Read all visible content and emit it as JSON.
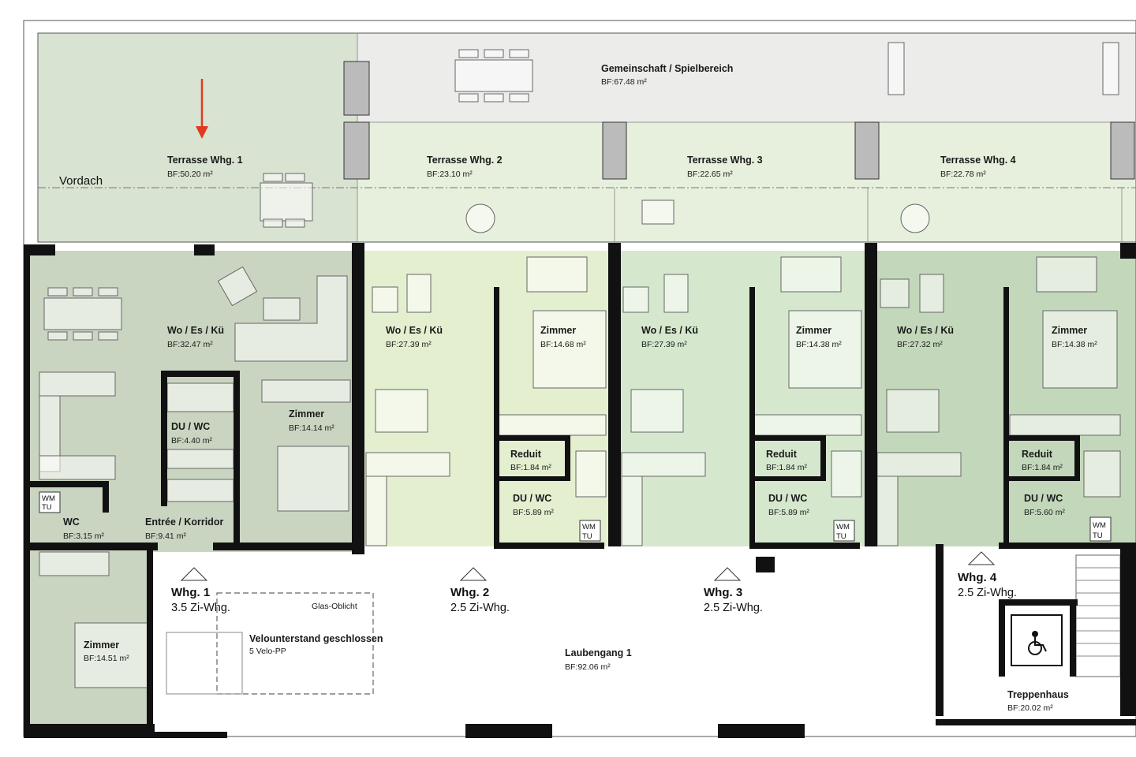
{
  "plan": {
    "common_area": {
      "label": "Gemeinschaft / Spielbereich",
      "area": "BF:67.48 m²"
    },
    "vordach": "Vordach",
    "terraces": [
      {
        "label": "Terrasse Whg. 1",
        "area": "BF:50.20 m²"
      },
      {
        "label": "Terrasse Whg. 2",
        "area": "BF:23.10 m²"
      },
      {
        "label": "Terrasse Whg. 3",
        "area": "BF:22.65 m²"
      },
      {
        "label": "Terrasse Whg. 4",
        "area": "BF:22.78 m²"
      }
    ],
    "rooms": {
      "w1_living": {
        "label": "Wo / Es / Kü",
        "area": "BF:32.47 m²"
      },
      "w1_bath": {
        "label": "DU / WC",
        "area": "BF:4.40 m²"
      },
      "w1_zimmer_a": {
        "label": "Zimmer",
        "area": "BF:14.14 m²"
      },
      "w1_wc": {
        "label": "WC",
        "area": "BF:3.15 m²"
      },
      "w1_entree": {
        "label": "Entrée / Korridor",
        "area": "BF:9.41 m²"
      },
      "w1_zimmer_b": {
        "label": "Zimmer",
        "area": "BF:14.51 m²"
      },
      "w2_living": {
        "label": "Wo / Es / Kü",
        "area": "BF:27.39 m²"
      },
      "w2_zimmer": {
        "label": "Zimmer",
        "area": "BF:14.68 m²"
      },
      "w2_reduit": {
        "label": "Reduit",
        "area": "BF:1.84 m²"
      },
      "w2_bath": {
        "label": "DU / WC",
        "area": "BF:5.89 m²"
      },
      "w3_living": {
        "label": "Wo / Es / Kü",
        "area": "BF:27.39 m²"
      },
      "w3_zimmer": {
        "label": "Zimmer",
        "area": "BF:14.38 m²"
      },
      "w3_reduit": {
        "label": "Reduit",
        "area": "BF:1.84 m²"
      },
      "w3_bath": {
        "label": "DU / WC",
        "area": "BF:5.89 m²"
      },
      "w4_living": {
        "label": "Wo / Es / Kü",
        "area": "BF:27.32 m²"
      },
      "w4_zimmer": {
        "label": "Zimmer",
        "area": "BF:14.38 m²"
      },
      "w4_reduit": {
        "label": "Reduit",
        "area": "BF:1.84 m²"
      },
      "w4_bath": {
        "label": "DU / WC",
        "area": "BF:5.60 m²"
      },
      "laubengang": {
        "label": "Laubengang 1",
        "area": "BF:92.06 m²"
      },
      "treppenhaus": {
        "label": "Treppenhaus",
        "area": "BF:20.02 m²"
      }
    },
    "wm_tu": {
      "line1": "WM",
      "line2": "TU"
    },
    "apartments": [
      {
        "name": "Whg. 1",
        "type": "3.5 Zi-Whg."
      },
      {
        "name": "Whg. 2",
        "type": "2.5 Zi-Whg."
      },
      {
        "name": "Whg. 3",
        "type": "2.5 Zi-Whg."
      },
      {
        "name": "Whg. 4",
        "type": "2.5 Zi-Whg."
      }
    ],
    "glas_oblicht": "Glas-Oblicht",
    "velo": {
      "label": "Velounterstand geschlossen",
      "sub": "5 Velo-PP"
    },
    "colors": {
      "whg1": "#cad5c1",
      "whg2": "#e4efd0",
      "whg3": "#d5e8cd",
      "whg4": "#c3d8ba",
      "terrace1": "#d9e3d2",
      "terrace_row": "#e6f0dc",
      "common": "#ececea",
      "arrow": "#e03a1e",
      "walls": "#111111"
    },
    "icons": [
      "wheelchair-icon",
      "red-arrow-icon"
    ]
  }
}
